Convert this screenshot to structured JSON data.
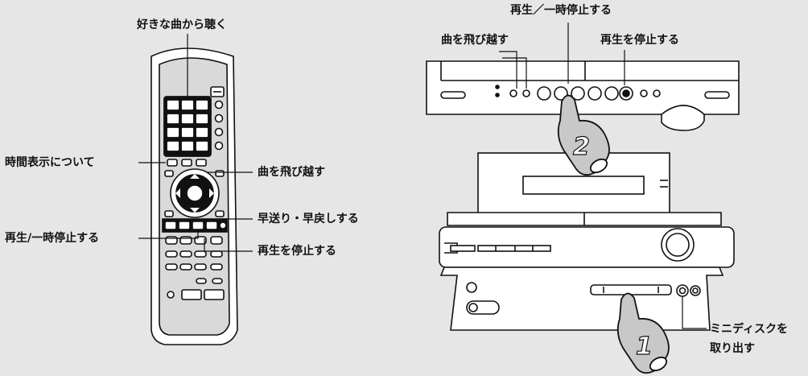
{
  "labels": {
    "play_from_track": "好きな曲から聴く",
    "time_display": "時間表示について",
    "skip_track_remote": "曲を飛び越す",
    "fast_forward_rewind": "早送り・早戻しする",
    "play_pause_remote": "再生/一時停止する",
    "stop_remote": "再生を停止する",
    "play_pause_unit": "再生／一時停止する",
    "skip_track_unit": "曲を飛び越す",
    "stop_unit": "再生を停止する",
    "eject_line1": "ミニディスクを",
    "eject_line2": "取り出す"
  },
  "step_badges": [
    "1",
    "2"
  ],
  "colors": {
    "background": "#e6e6e6",
    "device_fill": "#ffffff",
    "remote_fill": "#d9d9d9",
    "stroke": "#111111",
    "hand_fill": "#c8c8c8"
  }
}
